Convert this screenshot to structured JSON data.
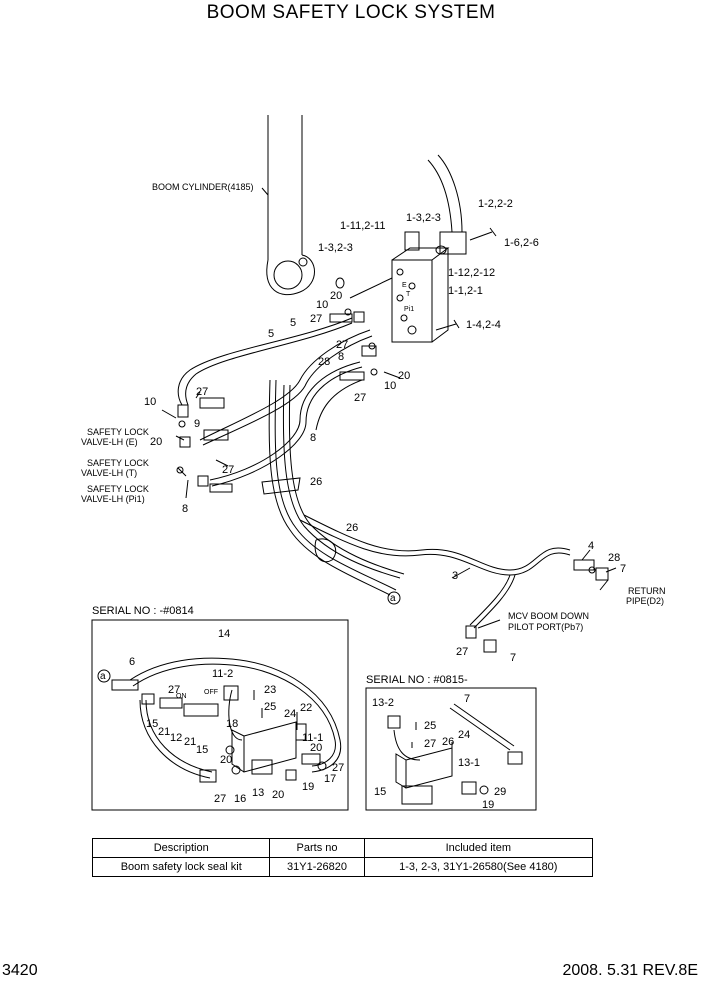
{
  "title": "BOOM SAFETY LOCK SYSTEM",
  "notes": {
    "boom_cylinder": "BOOM CYLINDER(4185)",
    "sl_e_1": "SAFETY LOCK",
    "sl_e_2": "VALVE-LH (E)",
    "sl_t_1": "SAFETY LOCK",
    "sl_t_2": "VALVE-LH (T)",
    "sl_pi_1": "SAFETY LOCK",
    "sl_pi_2": "VALVE-LH (Pi1)",
    "return_1": "RETURN",
    "return_2": "PIPE(D2)",
    "mcv_1": "MCV BOOM DOWN",
    "mcv_2": "PILOT PORT(Pb7)",
    "port_e": "E",
    "port_t": "T",
    "port_pi1": "Pi1",
    "off": "OFF",
    "on": "ON"
  },
  "serials": {
    "left": "SERIAL NO : -#0814",
    "right": "SERIAL NO : #0815-"
  },
  "callouts": {
    "c_1_2": "1-2,2-2",
    "c_1_3_top": "1-3,2-3",
    "c_1_6": "1-6,2-6",
    "c_1_11": "1-11,2-11",
    "c_1_3_left": "1-3,2-3",
    "c_1_12": "1-12,2-12",
    "c_1_1": "1-1,2-1",
    "c_1_4": "1-4,2-4",
    "n20_a": "20",
    "n10_a": "10",
    "n27_a": "27",
    "n5": "5",
    "n5b": "5",
    "n27_b": "27",
    "n28_a": "28",
    "n8_a": "8",
    "n20_b": "20",
    "n10_b": "10",
    "n27_c": "27",
    "n10_c": "10",
    "n27_d": "27",
    "n9": "9",
    "n20_c": "20",
    "n27_e": "27",
    "n8_b": "8",
    "n8_c": "8",
    "n26_a": "26",
    "n26_b": "26",
    "n3": "3",
    "n4": "4",
    "n28_b": "28",
    "n7_a": "7",
    "n27_f": "27",
    "n7_b": "7",
    "l14": "14",
    "l6": "6",
    "l11_2": "11-2",
    "l27_a": "27",
    "l23": "23",
    "l25": "25",
    "l15_a": "15",
    "l21_a": "21",
    "l12": "12",
    "l21_b": "21",
    "l15_b": "15",
    "l18": "18",
    "l24": "24",
    "l22": "22",
    "l11_1": "11-1",
    "l20_a": "20",
    "l20_b": "20",
    "l27_b": "27",
    "l17": "17",
    "l27_c": "27",
    "l16": "16",
    "l13": "13",
    "l20_c": "20",
    "l19": "19",
    "r13_2": "13-2",
    "r25": "25",
    "r27": "27",
    "r7": "7",
    "r24": "24",
    "r26": "26",
    "r13_1": "13-1",
    "r15": "15",
    "r29": "29",
    "r19": "19",
    "ref_a1": "a",
    "ref_a2": "a"
  },
  "table": {
    "headers": [
      "Description",
      "Parts no",
      "Included item"
    ],
    "row": [
      "Boom safety lock seal kit",
      "31Y1-26820",
      "1-3, 2-3, 31Y1-26580(See 4180)"
    ]
  },
  "footer": {
    "page": "3420",
    "revision": "2008. 5.31 REV.8E"
  }
}
